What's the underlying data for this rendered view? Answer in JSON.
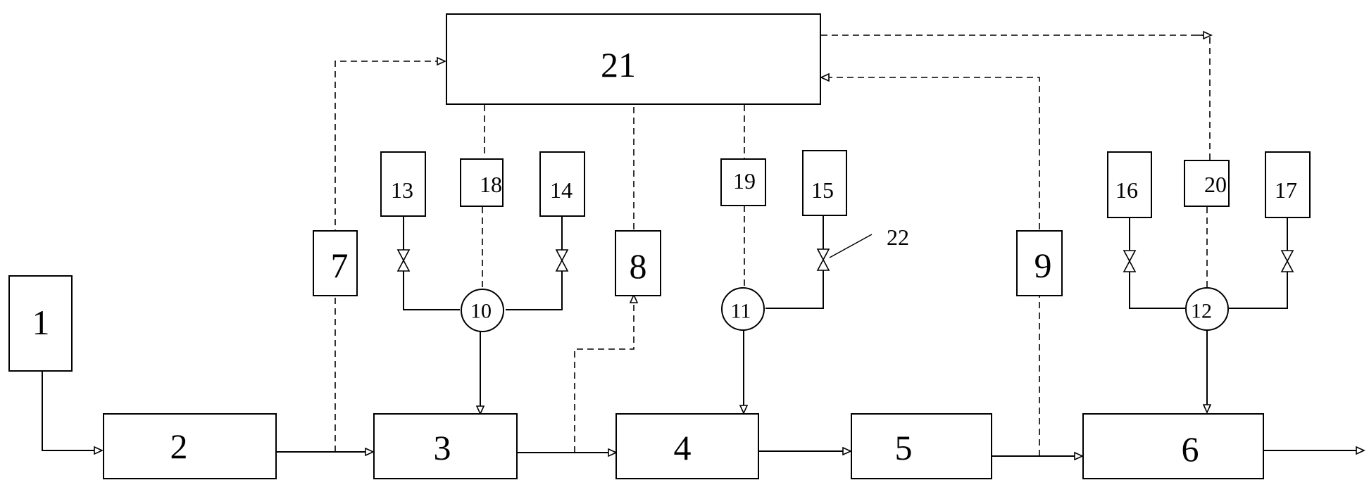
{
  "units": {
    "u1": "1",
    "u2": "2",
    "u3": "3",
    "u4": "4",
    "u5": "5",
    "u6": "6",
    "u7": "7",
    "u8": "8",
    "u9": "9",
    "u10": "10",
    "u11": "11",
    "u12": "12",
    "u13": "13",
    "u14": "14",
    "u15": "15",
    "u16": "16",
    "u17": "17",
    "u18": "18",
    "u19": "19",
    "u20": "20",
    "u21": "21",
    "u22": "22"
  }
}
